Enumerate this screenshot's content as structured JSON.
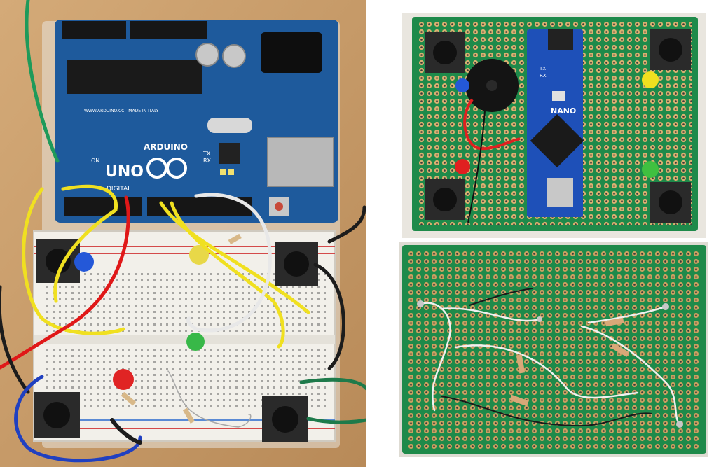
{
  "photo": {
    "left": {
      "board_labels": {
        "uno": "UNO",
        "arduino": "ARDUINO",
        "digital": "DIGITAL",
        "made_in": "WWW.ARDUINO.CC - MADE IN ITALY",
        "tx": "TX",
        "rx": "RX",
        "on": "ON"
      }
    },
    "top_right": {
      "board_labels": {
        "nano": "NANO",
        "tx": "TX",
        "rx": "RX"
      }
    }
  }
}
